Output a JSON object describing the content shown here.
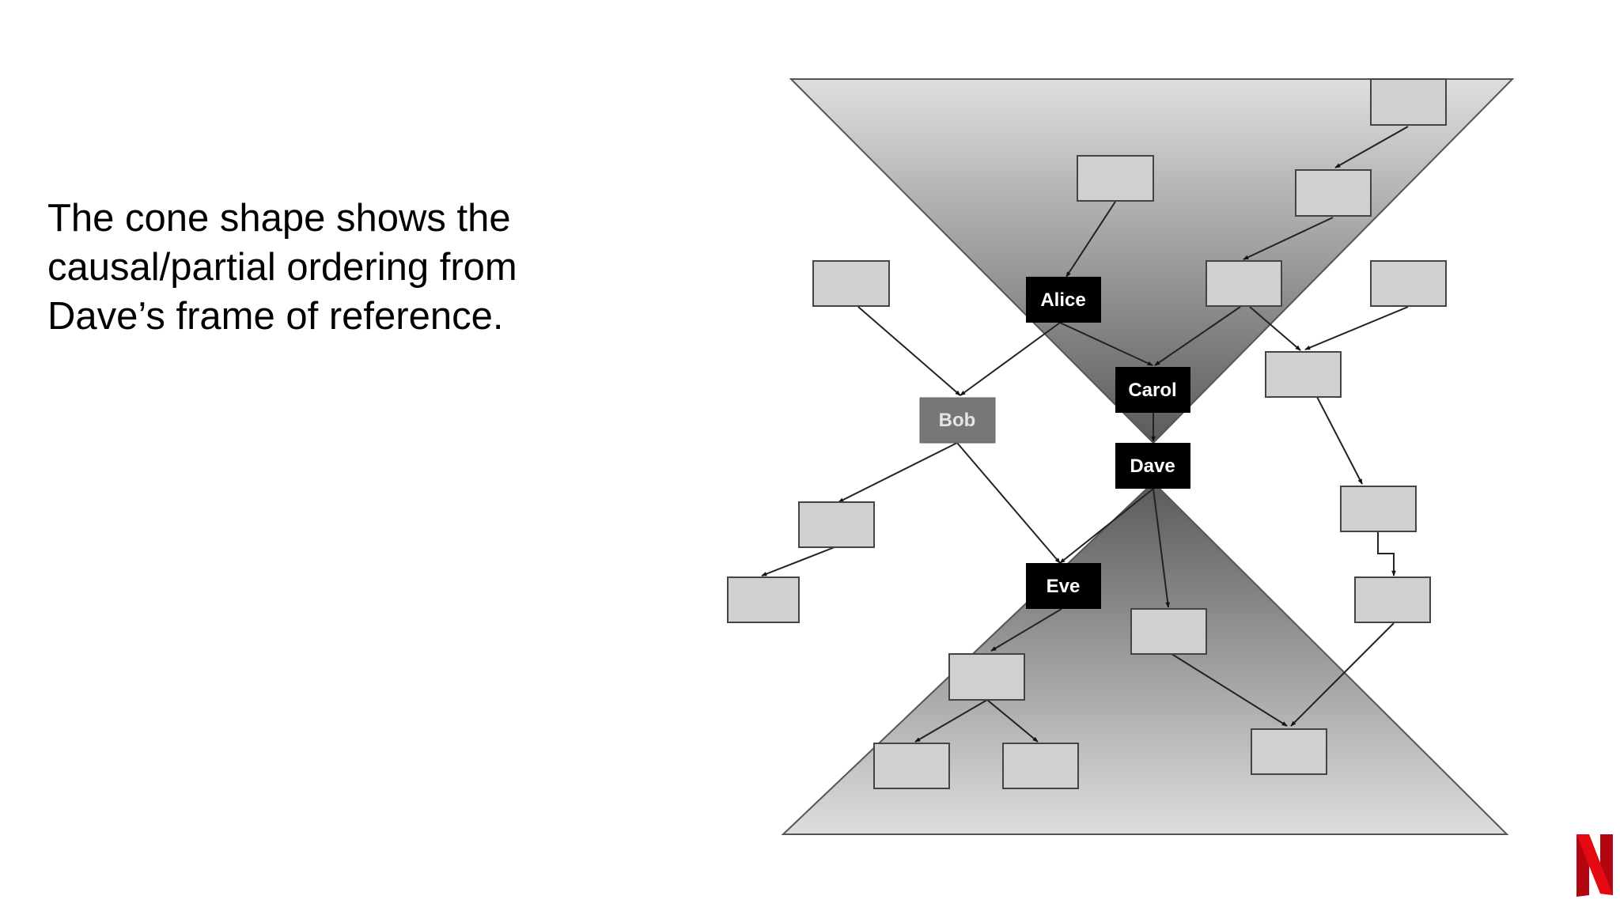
{
  "caption": {
    "lines": [
      "The cone shape shows the",
      "causal/partial ordering from",
      "Dave’s frame of reference."
    ]
  },
  "diagram": {
    "nodes": {
      "alice": "Alice",
      "carol": "Carol",
      "bob": "Bob",
      "dave": "Dave",
      "eve": "Eve"
    }
  },
  "colors": {
    "named_node": "#000000",
    "bob_node": "#777777",
    "plain_node": "#d0d0d0",
    "cone_dark": "#5a5a5a",
    "cone_light": "#dedede",
    "logo": "#d81f26"
  },
  "icons": {
    "logo": "netflix-logo-icon"
  }
}
